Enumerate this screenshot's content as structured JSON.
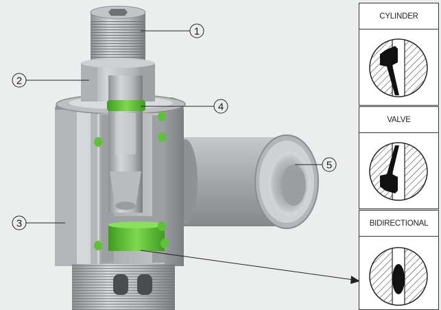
{
  "callouts": [
    {
      "id": "callout-1",
      "number": "1"
    },
    {
      "id": "callout-2",
      "number": "2"
    },
    {
      "id": "callout-3",
      "number": "3"
    },
    {
      "id": "callout-4",
      "number": "4"
    },
    {
      "id": "callout-5",
      "number": "5"
    }
  ],
  "seal_panels": [
    {
      "label": "CYLINDER"
    },
    {
      "label": "VALVE"
    },
    {
      "label": "BIDIRECTIONAL"
    }
  ],
  "colors": {
    "background": "#eceded",
    "metal_light": "#c9cbcd",
    "metal_mid": "#a9acaf",
    "metal_dark": "#7d8083",
    "cut_face": "#b5b7b9",
    "seal_green": "#5fc03a",
    "seal_black": "#111111"
  }
}
